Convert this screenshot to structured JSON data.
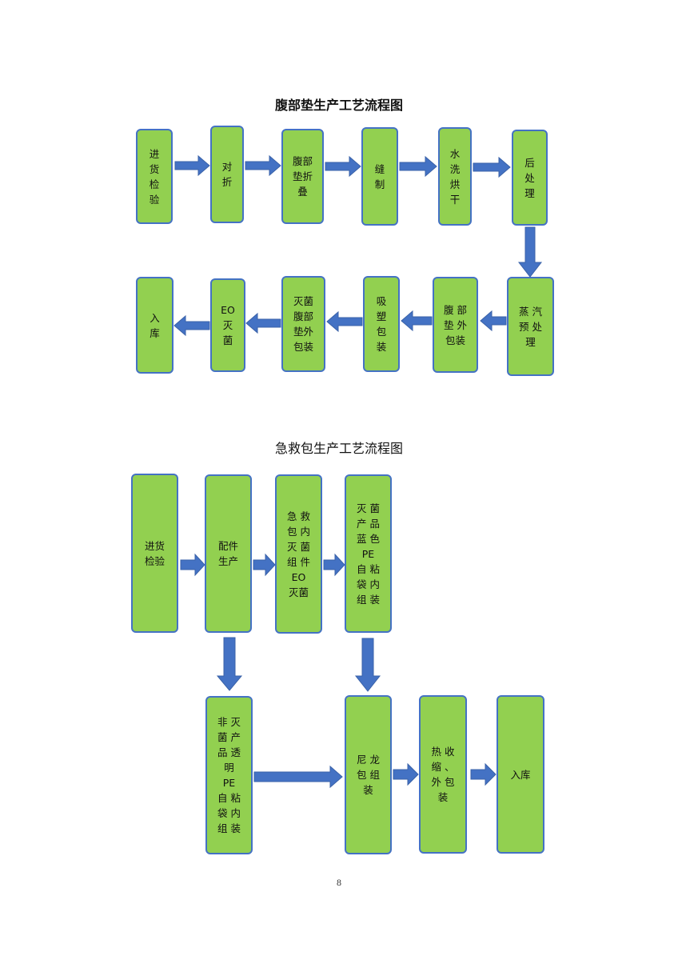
{
  "diagram1": {
    "title": "腹部垫生产工艺流程图",
    "steps": [
      "进\n货\n检\n验",
      "对\n折",
      "腹部\n垫折\n叠",
      "缝\n制",
      "水\n洗\n烘\n干",
      "后\n处\n理",
      "蒸  汽\n预 处\n理",
      "腹 部\n垫 外\n包装",
      "吸\n塑\n包\n装",
      "灭菌\n腹部\n垫外\n包装",
      "EO\n灭\n菌",
      "入\n库"
    ]
  },
  "diagram2": {
    "title": "急救包生产工艺流程图",
    "steps": [
      "进货\n检验",
      "配件\n生产",
      "急 救\n包 内\n灭 菌\n组 件\nEO\n灭菌",
      "灭 菌\n产 品\n蓝 色\nPE\n自 粘\n袋 内\n组 装",
      "非 灭\n菌 产\n品 透\n明\nPE\n自 粘\n袋 内\n组 装",
      "尼 龙\n包 组\n装",
      "热 收\n缩 、\n外 包\n装",
      "入库"
    ]
  },
  "colors": {
    "box_fill": "#92d050",
    "box_border": "#4472c4",
    "arrow": "#4472c4"
  },
  "page_number": "8"
}
